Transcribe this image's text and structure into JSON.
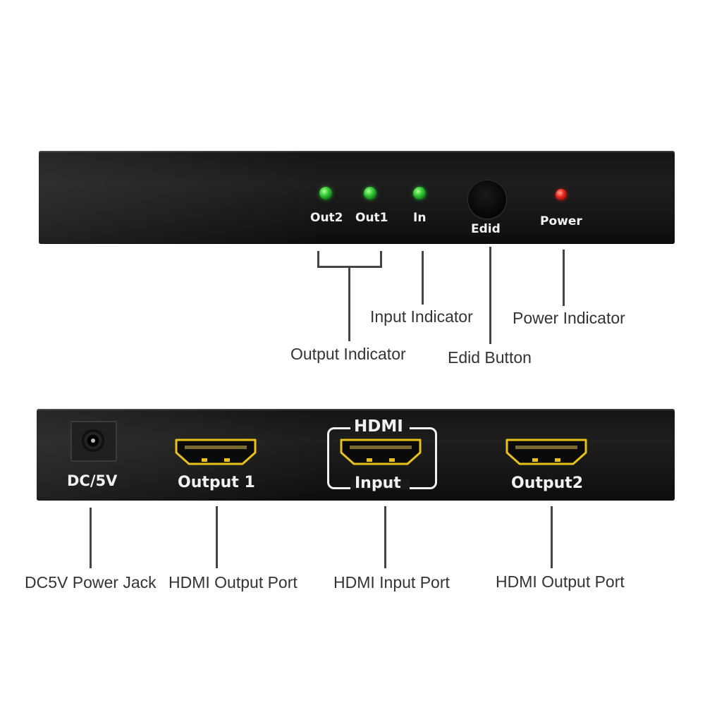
{
  "front_panel": {
    "leds": [
      {
        "label": "Out2",
        "color": "#3ad13a"
      },
      {
        "label": "Out1",
        "color": "#3ad13a"
      },
      {
        "label": "In",
        "color": "#3ad13a"
      }
    ],
    "button_label": "Edid",
    "power_label": "Power",
    "power_led_color": "#f0281c"
  },
  "back_panel": {
    "dc_label": "DC/5V",
    "output1_label": "Output 1",
    "hdmi_label": "HDMI",
    "input_label": "Input",
    "output2_label": "Output2",
    "port_color": "#e8c21a"
  },
  "callouts": {
    "output_indicator": "Output Indicator",
    "input_indicator": "Input Indicator",
    "edid_button": "Edid Button",
    "power_indicator": "Power Indicator",
    "dc_power_jack": "DC5V Power Jack",
    "hdmi_output_port_1": "HDMI Output Port",
    "hdmi_input_port": "HDMI Input Port",
    "hdmi_output_port_2": "HDMI Output Port"
  }
}
